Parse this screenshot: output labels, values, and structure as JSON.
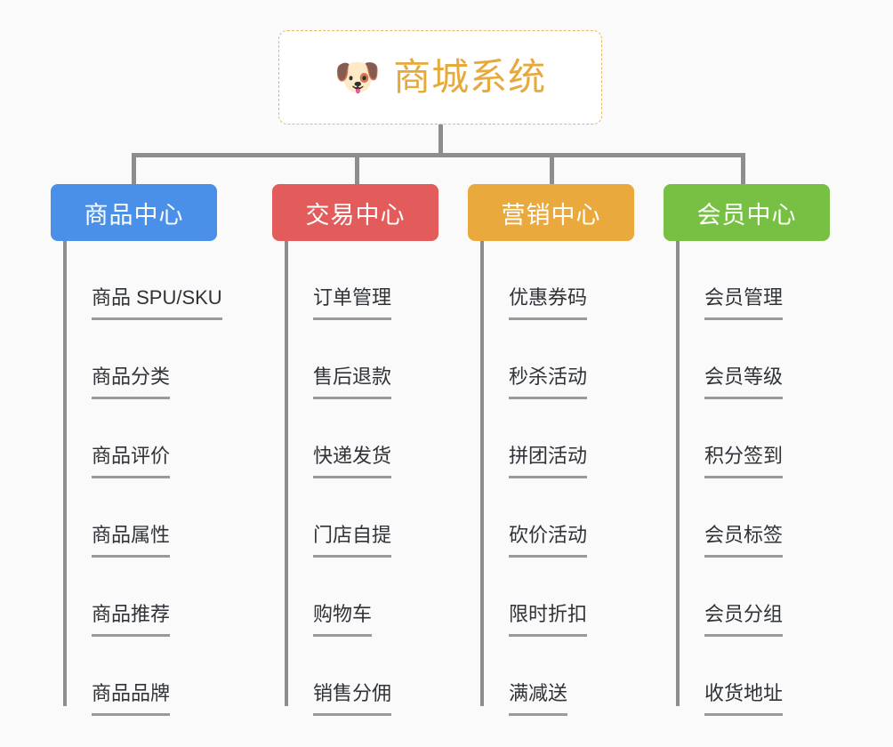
{
  "page": {
    "background_color": "#fafafa",
    "line_color": "#8d8d8d"
  },
  "root": {
    "icon": "dog-face-emoji",
    "emoji": "🐶",
    "title": "商城系统",
    "title_color": "#e5a93c",
    "border_color": "#e9b763"
  },
  "categories": [
    {
      "label": "商品中心",
      "color": "#4a90e8",
      "items": [
        "商品 SPU/SKU",
        "商品分类",
        "商品评价",
        "商品属性",
        "商品推荐",
        "商品品牌"
      ]
    },
    {
      "label": "交易中心",
      "color": "#e25c5c",
      "items": [
        "订单管理",
        "售后退款",
        "快递发货",
        "门店自提",
        "购物车",
        "销售分佣"
      ]
    },
    {
      "label": "营销中心",
      "color": "#eaa93c",
      "items": [
        "优惠券码",
        "秒杀活动",
        "拼团活动",
        "砍价活动",
        "限时折扣",
        "满减送"
      ]
    },
    {
      "label": "会员中心",
      "color": "#77c council",
      "items": [
        "会员管理",
        "会员等级",
        "积分签到",
        "会员标签",
        "会员分组",
        "收货地址"
      ]
    }
  ]
}
